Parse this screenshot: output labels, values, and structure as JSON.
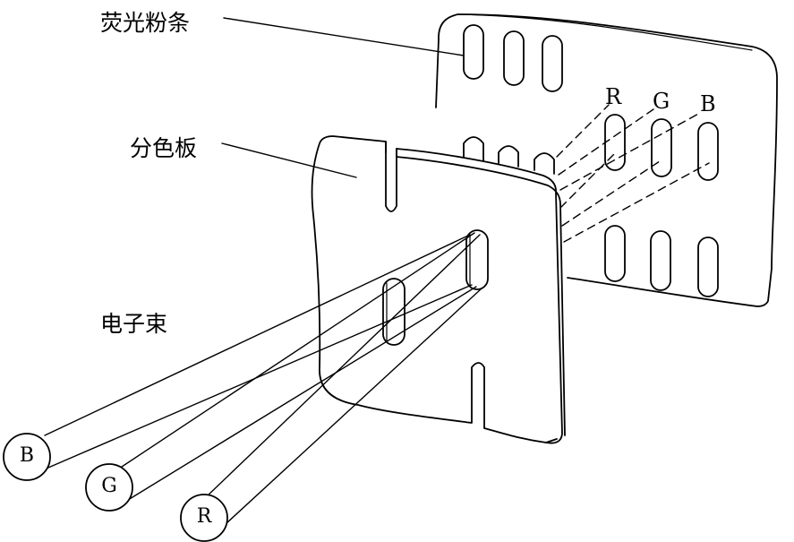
{
  "labels": {
    "phosphor_strips": "荧光粉条",
    "shadow_mask": "分色板",
    "electron_beams": "电子束"
  },
  "strip_colors": [
    "R",
    "G",
    "B"
  ],
  "beams": [
    "B",
    "G",
    "R"
  ]
}
